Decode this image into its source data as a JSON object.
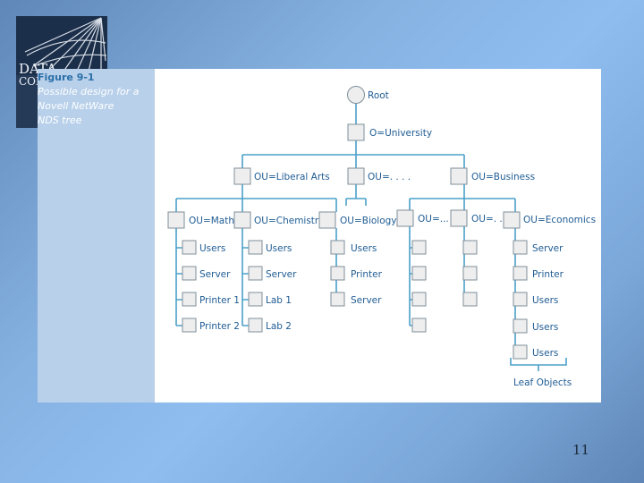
{
  "book": {
    "title_line1": "DATA",
    "title_line2": "COM"
  },
  "figure": {
    "label": "Figure 9-1",
    "caption_lines": [
      "Possible design for a",
      "Novell NetWare",
      "NDS tree"
    ]
  },
  "tree": {
    "root": "Root",
    "organization": "O=University",
    "ou_liberal_arts": "OU=Liberal Arts",
    "ou_unnamed_top": "OU=. . . .",
    "ou_business": "OU=Business",
    "ou_math": "OU=Math",
    "ou_chemistry": "OU=Chemistry",
    "ou_biology": "OU=Biology",
    "ou_unnamed_1": "OU=...",
    "ou_unnamed_2": "OU=. .",
    "ou_economics": "OU=Economics",
    "math_leaves": [
      "Users",
      "Server",
      "Printer 1",
      "Printer 2"
    ],
    "chemistry_leaves": [
      "Users",
      "Server",
      "Lab 1",
      "Lab 2"
    ],
    "biology_leaves": [
      "Users",
      "Printer",
      "Server"
    ],
    "economics_leaves": [
      "Server",
      "Printer",
      "Users",
      "Users",
      "Users"
    ],
    "leaf_objects_label": "Leaf Objects"
  },
  "slide": {
    "page_number": "11"
  }
}
